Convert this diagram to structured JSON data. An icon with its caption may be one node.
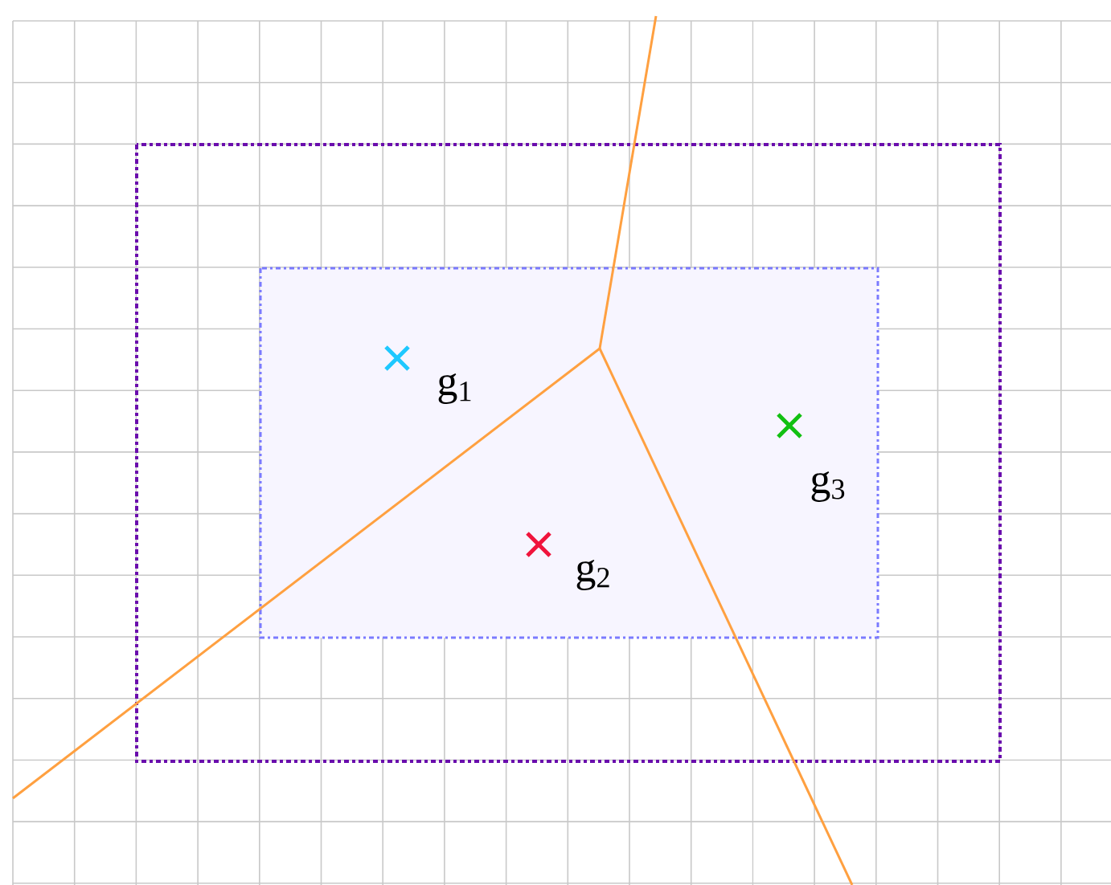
{
  "diagram": {
    "labels": [
      "g$_{1}$",
      "g$_{2}$",
      "g$_{3}$"
    ]
  }
}
